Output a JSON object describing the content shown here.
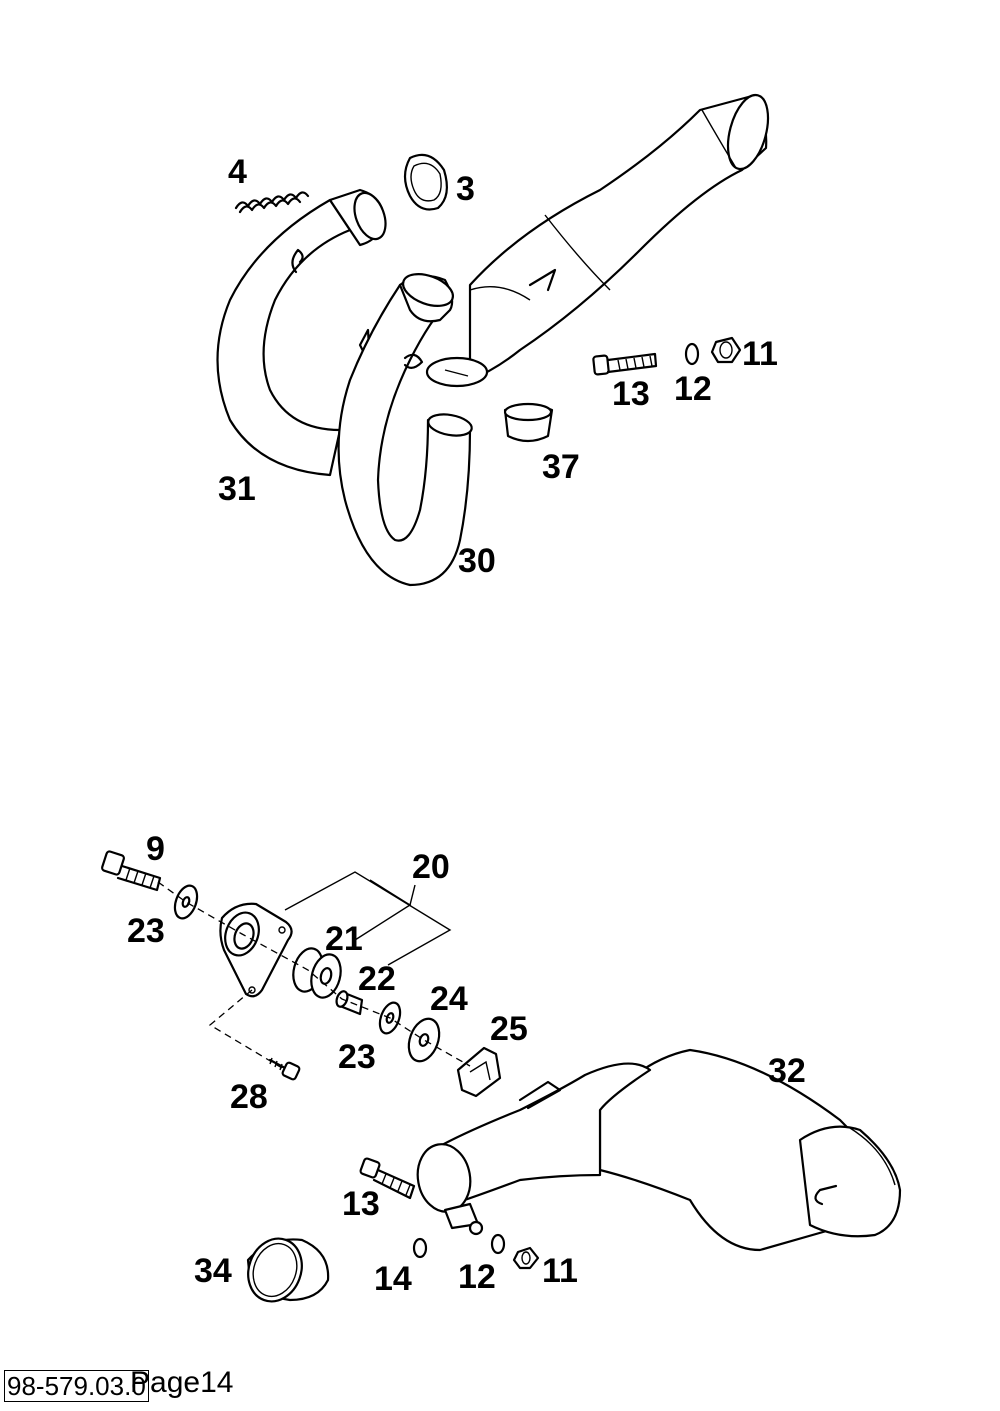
{
  "diagram": {
    "callouts": {
      "p4": "4",
      "p3": "3",
      "p11_top": "11",
      "p13_top": "13",
      "p12_top": "12",
      "p37": "37",
      "p31": "31",
      "p30": "30",
      "p9": "9",
      "p20": "20",
      "p23_a": "23",
      "p21": "21",
      "p22": "22",
      "p24": "24",
      "p25": "25",
      "p23_b": "23",
      "p28": "28",
      "p32": "32",
      "p13_bottom": "13",
      "p34": "34",
      "p14": "14",
      "p12_bottom": "12",
      "p11_bottom": "11"
    }
  },
  "footer": {
    "reference": "98-579.03.0",
    "page": "Page14"
  }
}
